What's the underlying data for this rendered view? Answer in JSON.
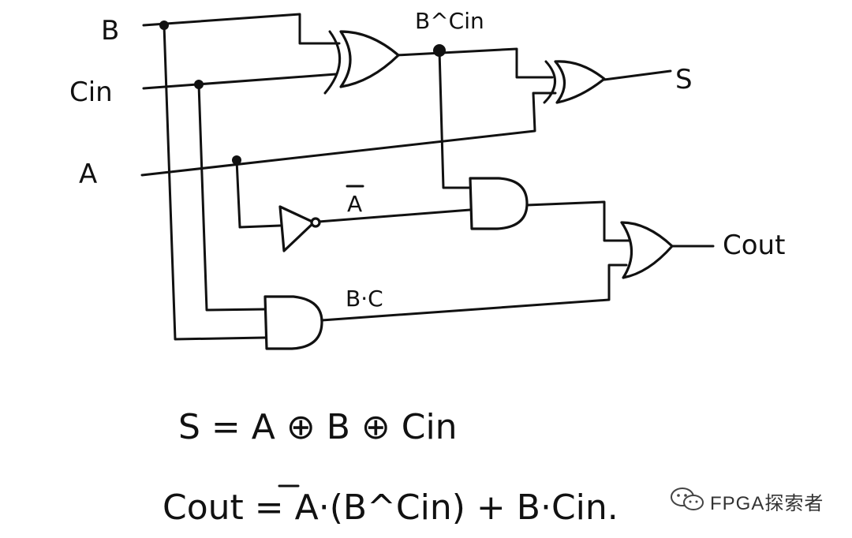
{
  "inputs": {
    "b": "B",
    "cin": "Cin",
    "a": "A"
  },
  "outputs": {
    "s": "S",
    "cout": "Cout"
  },
  "wire_labels": {
    "b_xor_cin": "B^Cin",
    "not_a": "A",
    "b_and_c": "B·C"
  },
  "equations": {
    "sum": "S = A ⊕ B ⊕ Cin",
    "carry": "Cout = A·(B^Cin) + B·Cin."
  },
  "watermark": {
    "text": "FPGA探索者",
    "icon": "wechat-icon"
  }
}
